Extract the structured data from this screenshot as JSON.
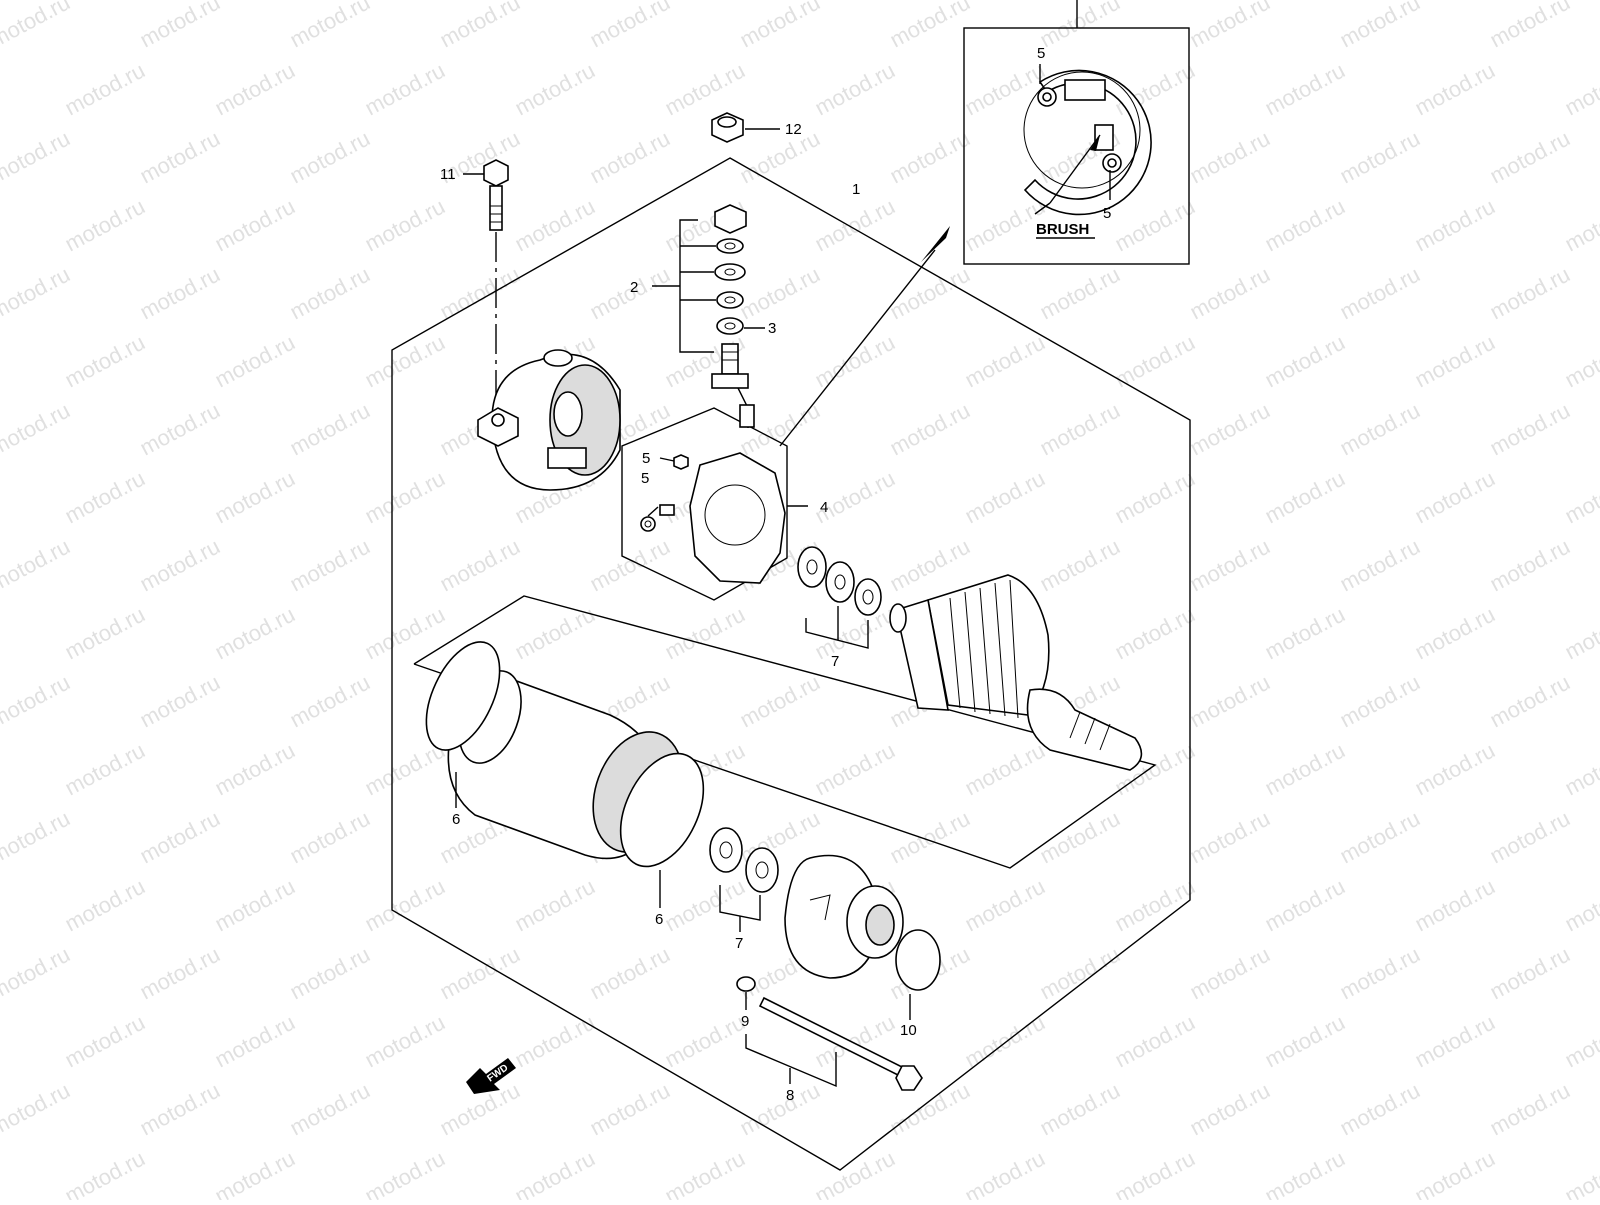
{
  "diagram": {
    "watermark": "motod.ru",
    "callouts": [
      {
        "id": "c1",
        "text": "1"
      },
      {
        "id": "c2",
        "text": "2"
      },
      {
        "id": "c3",
        "text": "3"
      },
      {
        "id": "c4",
        "text": "4"
      },
      {
        "id": "c5a",
        "text": "5"
      },
      {
        "id": "c5b",
        "text": "5"
      },
      {
        "id": "c5c",
        "text": "5"
      },
      {
        "id": "c5d",
        "text": "5"
      },
      {
        "id": "c6a",
        "text": "6"
      },
      {
        "id": "c6b",
        "text": "6"
      },
      {
        "id": "c7a",
        "text": "7"
      },
      {
        "id": "c7b",
        "text": "7"
      },
      {
        "id": "c8",
        "text": "8"
      },
      {
        "id": "c9",
        "text": "9"
      },
      {
        "id": "c10",
        "text": "10"
      },
      {
        "id": "c11",
        "text": "11"
      },
      {
        "id": "c12",
        "text": "12"
      }
    ],
    "inset_label": "BRUSH",
    "direction_label": "FWD"
  }
}
